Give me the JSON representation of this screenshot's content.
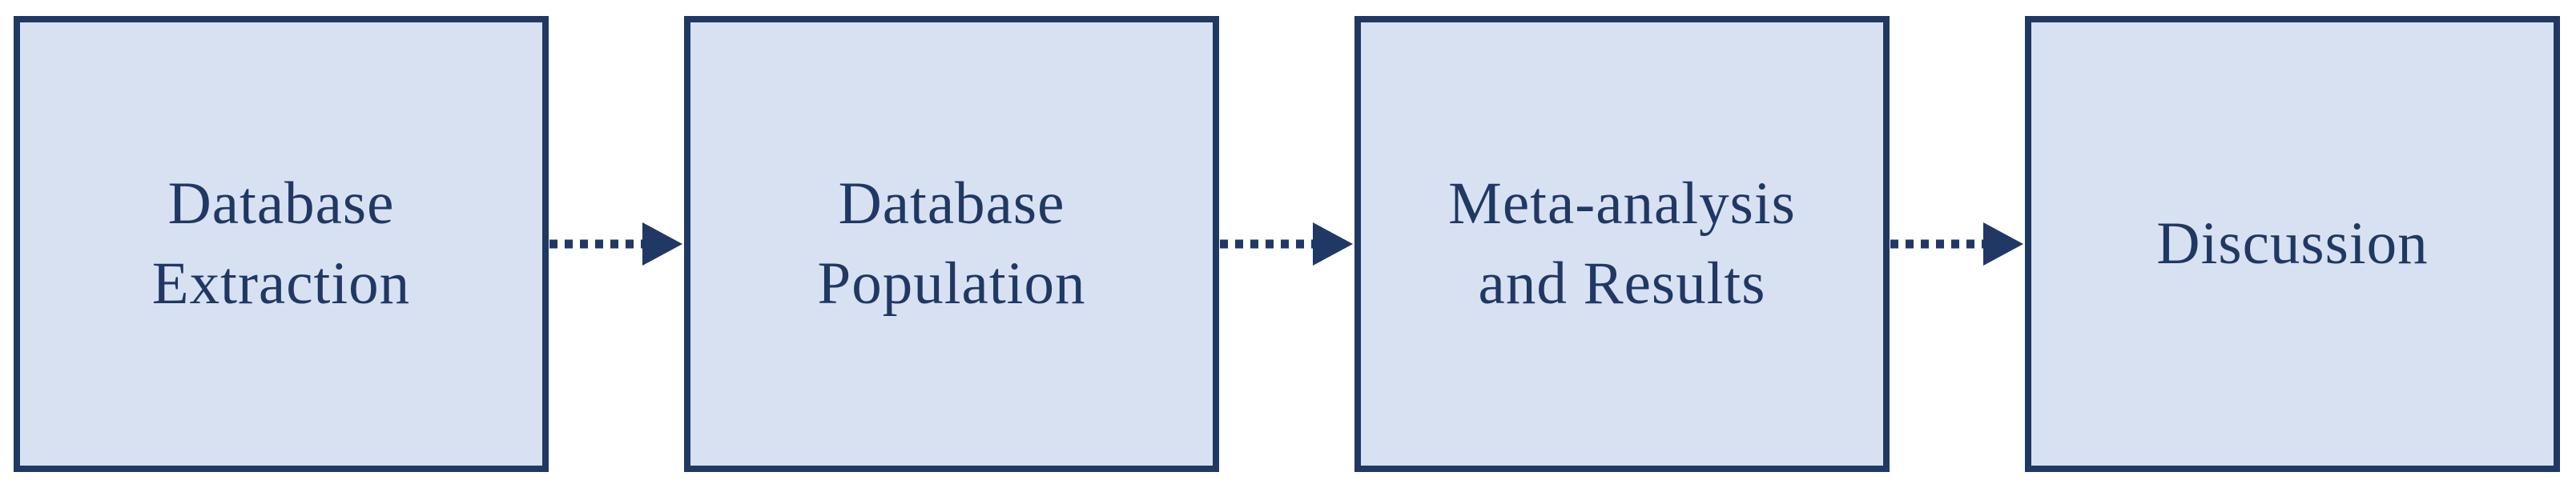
{
  "diagram": {
    "type": "flowchart",
    "direction": "left-to-right",
    "steps": [
      {
        "label": "Database Extraction",
        "lines": [
          "Database",
          "Extraction"
        ]
      },
      {
        "label": "Database Population",
        "lines": [
          "Database",
          "Population"
        ]
      },
      {
        "label": "Meta-analysis and Results",
        "lines": [
          "Meta-analysis",
          "and Results"
        ]
      },
      {
        "label": "Discussion",
        "lines": [
          "Discussion"
        ]
      }
    ],
    "connectors": [
      {
        "from": "Database Extraction",
        "to": "Database Population",
        "style": "dotted-arrow"
      },
      {
        "from": "Database Population",
        "to": "Meta-analysis and Results",
        "style": "dotted-arrow"
      },
      {
        "from": "Meta-analysis and Results",
        "to": "Discussion",
        "style": "dotted-arrow"
      }
    ]
  },
  "colors": {
    "box-fill": "#d8e1f2",
    "box-border": "#1f3864",
    "text": "#1f3864",
    "arrow": "#1f3864",
    "page-bg": "#ffffff"
  }
}
